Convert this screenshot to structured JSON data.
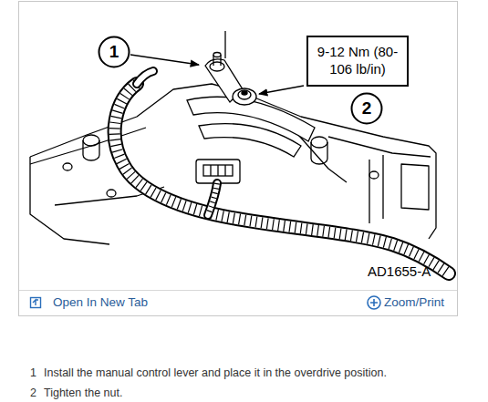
{
  "diagram": {
    "nodes": [
      {
        "text": [
          "1"
        ]
      },
      {
        "text": [
          "2"
        ]
      },
      {
        "text": [
          "9-12 Nm (80-106 lb/in)"
        ]
      }
    ],
    "labels": [
      "AD1655-A",
      "Open In New Tab",
      "Zoom/Print",
      "1",
      "Install the manual control lever and place it in the overdrive position.",
      "2",
      "Tighten the nut."
    ]
  }
}
